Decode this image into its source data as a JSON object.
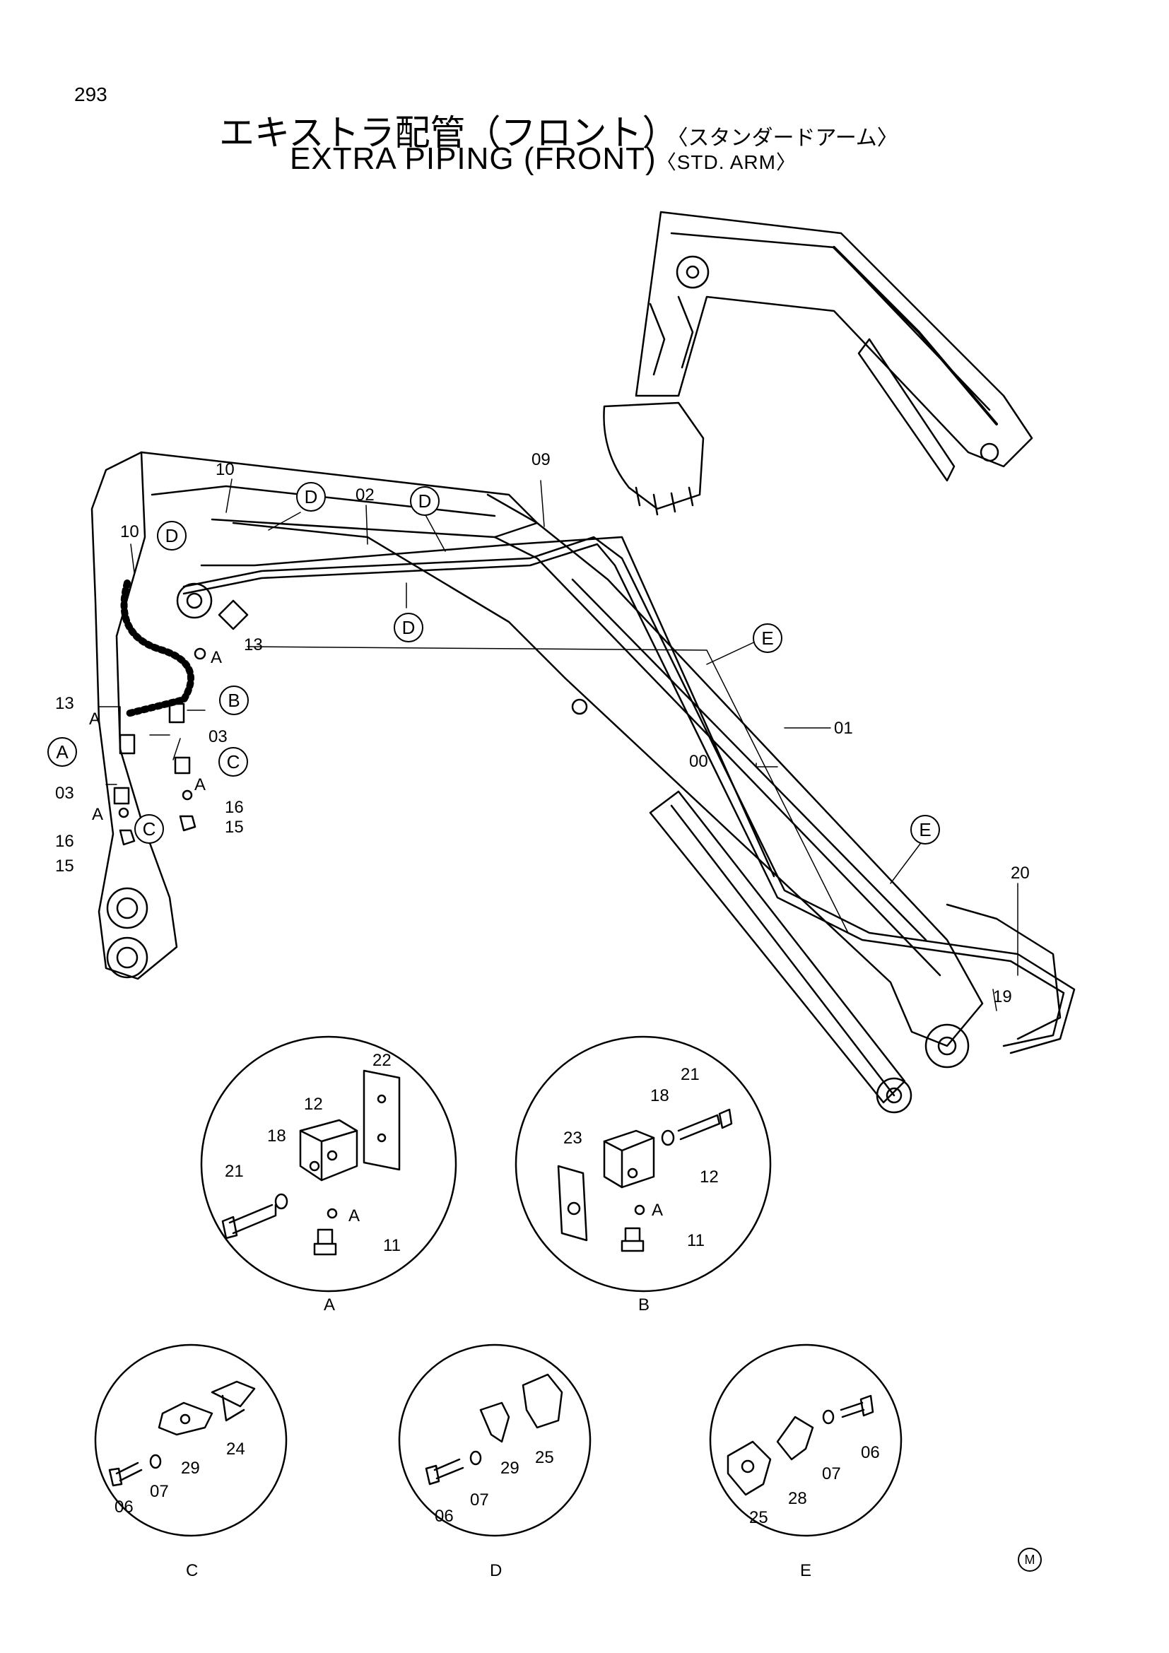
{
  "page_number": "293",
  "title_jp": "エキストラ配管（フロント）",
  "title_jp_sub": "〈スタンダードアーム〉",
  "title_en": "EXTRA PIPING (FRONT)",
  "title_en_sub": "〈STD. ARM〉",
  "mark": "M",
  "callouts": [
    {
      "id": "c-10a",
      "text": "10"
    },
    {
      "id": "c-10b",
      "text": "10"
    },
    {
      "id": "c-02",
      "text": "02"
    },
    {
      "id": "c-09",
      "text": "09"
    },
    {
      "id": "c-13a",
      "text": "13"
    },
    {
      "id": "c-13b",
      "text": "13"
    },
    {
      "id": "c-03a",
      "text": "03"
    },
    {
      "id": "c-03b",
      "text": "03"
    },
    {
      "id": "c-16a",
      "text": "16"
    },
    {
      "id": "c-16b",
      "text": "16"
    },
    {
      "id": "c-15a",
      "text": "15"
    },
    {
      "id": "c-15b",
      "text": "15"
    },
    {
      "id": "c-01",
      "text": "01"
    },
    {
      "id": "c-00",
      "text": "00"
    },
    {
      "id": "c-20",
      "text": "20"
    },
    {
      "id": "c-19",
      "text": "19"
    },
    {
      "id": "c-Aa",
      "text": "A"
    },
    {
      "id": "c-Ab",
      "text": "A"
    },
    {
      "id": "c-Ac",
      "text": "A"
    },
    {
      "id": "c-Ad",
      "text": "A"
    }
  ],
  "circle_letters": [
    {
      "id": "cl-D1",
      "text": "D"
    },
    {
      "id": "cl-D2",
      "text": "D"
    },
    {
      "id": "cl-D3",
      "text": "D"
    },
    {
      "id": "cl-D4",
      "text": "D"
    },
    {
      "id": "cl-B",
      "text": "B"
    },
    {
      "id": "cl-A",
      "text": "A"
    },
    {
      "id": "cl-C1",
      "text": "C"
    },
    {
      "id": "cl-C2",
      "text": "C"
    },
    {
      "id": "cl-E1",
      "text": "E"
    },
    {
      "id": "cl-E2",
      "text": "E"
    }
  ],
  "details": [
    {
      "id": "detail-a",
      "label": "A",
      "parts": [
        {
          "t": "12"
        },
        {
          "t": "22"
        },
        {
          "t": "21"
        },
        {
          "t": "18"
        },
        {
          "t": "A"
        },
        {
          "t": "11"
        }
      ]
    },
    {
      "id": "detail-b",
      "label": "B",
      "parts": [
        {
          "t": "18"
        },
        {
          "t": "21"
        },
        {
          "t": "23"
        },
        {
          "t": "12"
        },
        {
          "t": "A"
        },
        {
          "t": "11"
        }
      ]
    },
    {
      "id": "detail-c",
      "label": "C",
      "parts": [
        {
          "t": "24"
        },
        {
          "t": "29"
        },
        {
          "t": "06"
        },
        {
          "t": "07"
        }
      ]
    },
    {
      "id": "detail-d",
      "label": "D",
      "parts": [
        {
          "t": "29"
        },
        {
          "t": "25"
        },
        {
          "t": "06"
        },
        {
          "t": "07"
        }
      ]
    },
    {
      "id": "detail-e",
      "label": "E",
      "parts": [
        {
          "t": "06"
        },
        {
          "t": "07"
        },
        {
          "t": "28"
        },
        {
          "t": "25"
        }
      ]
    }
  ]
}
